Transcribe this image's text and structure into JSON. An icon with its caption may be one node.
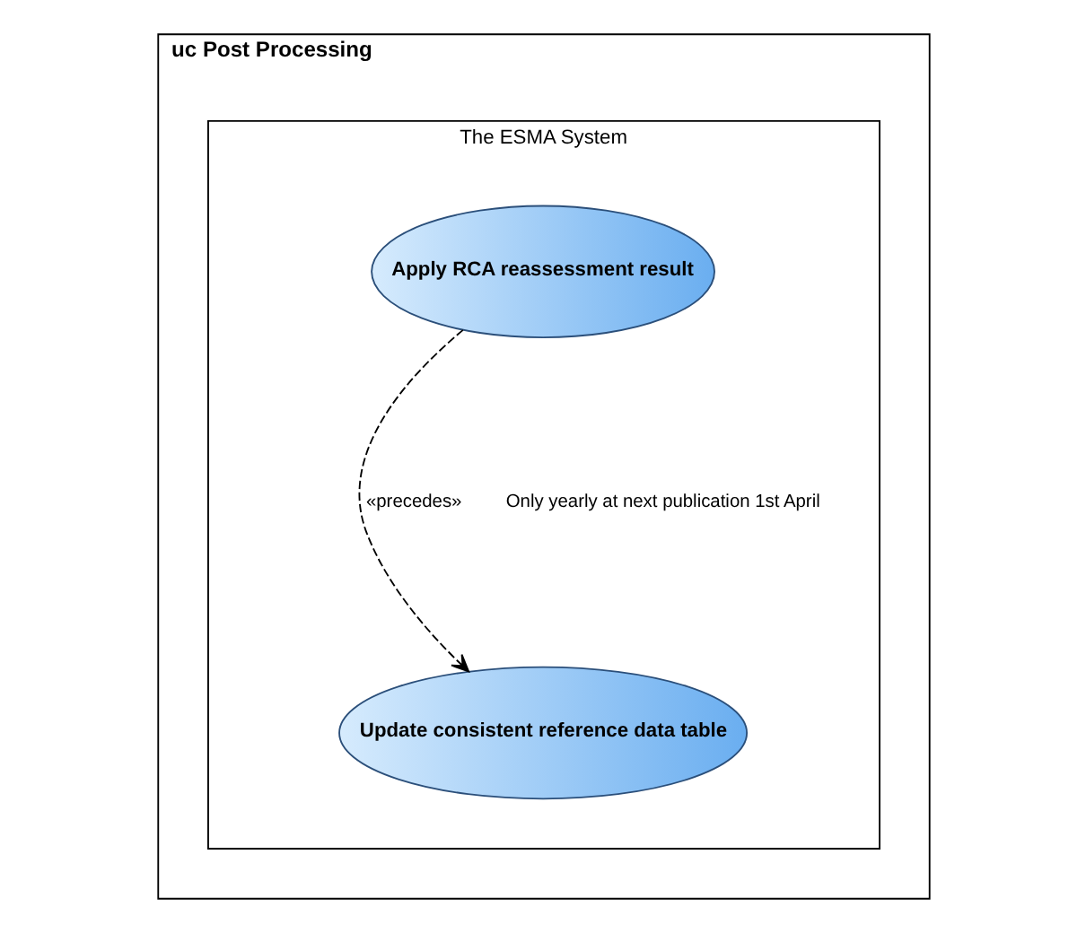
{
  "diagram": {
    "nodes": [
      {
        "text": [
          "uc Post Processing"
        ]
      },
      {
        "text": [
          "The ESMA System"
        ],
        "in": 0
      },
      {
        "text": [
          "Apply RCA reassessment result"
        ],
        "in": 1
      },
      {
        "text": [
          "Update consistent reference data table"
        ],
        "in": 1
      }
    ],
    "edges": [
      {
        "from": 2,
        "to": 3,
        "arrow": "to",
        "style": "dashed",
        "label": "«precedes»"
      }
    ],
    "labels": [
      "Only yearly at next publication 1st April"
    ]
  }
}
